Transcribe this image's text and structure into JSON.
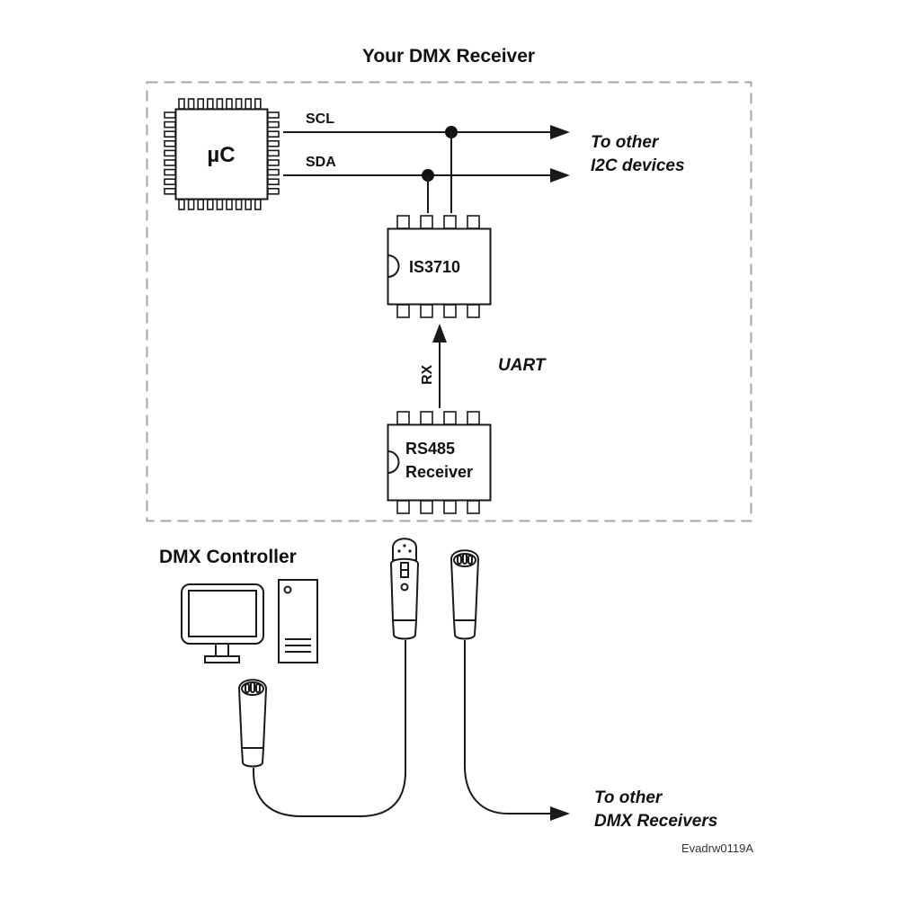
{
  "title": "Your DMX Receiver",
  "receiver": {
    "microcontroller_label": "µC",
    "bus_lines": [
      {
        "name": "SCL"
      },
      {
        "name": "SDA"
      }
    ],
    "i2c_destination": [
      "To other",
      "I2C devices"
    ],
    "bridge_chip_label": "IS3710",
    "rx_label": "RX",
    "uart_label": "UART",
    "rs485_label": [
      "RS485",
      "Receiver"
    ]
  },
  "controller": {
    "title": "DMX Controller"
  },
  "dmx_destination": [
    "To other",
    "DMX Receivers"
  ],
  "figure_id": "Evadrw0119A",
  "colors": {
    "line": "#1a1a1a",
    "dashed_border": "#a6a6a6"
  }
}
